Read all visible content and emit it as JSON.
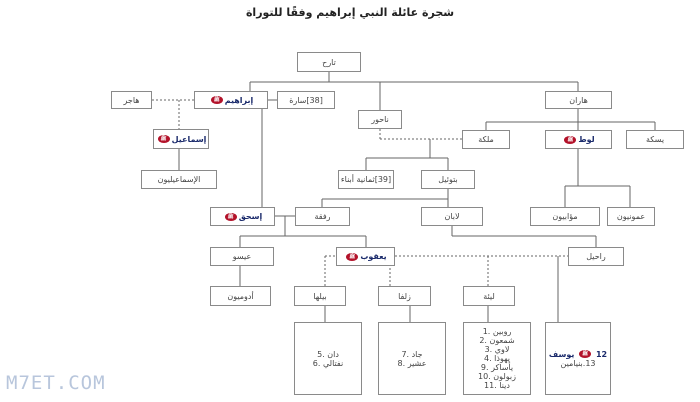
{
  "title": "شجرة عائلة النبي إبراهيم وفقًا للتوراة",
  "watermark": "M7ET.COM",
  "seal_text": "ﷺ",
  "colors": {
    "seal": "#b3122a",
    "prophet_text": "#1a2a6b",
    "border": "#8a8a8a"
  },
  "nodes": {
    "terah": "تارح",
    "haran": "هاران",
    "abraham": "إبراهيم",
    "sarah": "[38]سارة",
    "hagar": "هاجر",
    "nahor": "ناحور",
    "ishmael": "إسماعيل",
    "ishmaelites": "الإسماعيليون",
    "milcah": "ملكة",
    "lot": "لوط",
    "iscah": "يسكة",
    "eight_sons": "[39]ثمانية أبناء",
    "bethuel": "بتوئيل",
    "isaac": "إسحق",
    "rebekah": "رفقة",
    "laban": "لابان",
    "moabites": "مؤابيون",
    "ammonites": "عمونيون",
    "esau": "عيسو",
    "jacob": "يعقوب",
    "rachel": "راحيل",
    "edomites": "أدوميون",
    "bilhah": "بيلها",
    "zilpah": "زلفا",
    "leah": "ليئة"
  },
  "children": {
    "bilhah": [
      "دان .5",
      "نفتالي .6"
    ],
    "zilpah": [
      "جاد .7",
      "عشير .8"
    ],
    "leah": [
      "روبين .1",
      "شمعون .2",
      "لاوي .3",
      "يهوذا .4",
      "يأساكر .9",
      "زبولون .10",
      "دينا .11"
    ],
    "rachel": [
      {
        "num": "12",
        "name": "يوسف",
        "bold": true
      },
      {
        "num": "13.",
        "name": "بنيامين",
        "bold": false
      }
    ]
  }
}
